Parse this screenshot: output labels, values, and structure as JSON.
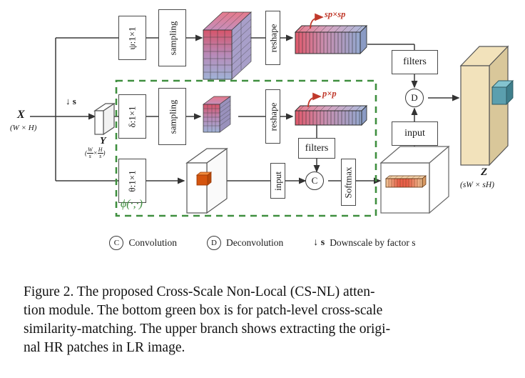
{
  "figure": {
    "caption_lines": [
      "Figure 2. The proposed Cross-Scale Non-Local (CS-NL) atten-",
      "tion module. The bottom green box is for patch-level cross-scale",
      "similarity-matching. The upper branch shows extracting the origi-",
      "nal HR patches in LR image."
    ]
  },
  "diagram": {
    "input": {
      "symbol": "X",
      "dims": "(W × H)"
    },
    "downscale_label": "↓ s",
    "intermediate": {
      "symbol": "Y",
      "dims_open": "(",
      "dims_num1": "W",
      "dims_den1": "s",
      "dims_times": "×",
      "dims_num2": "H",
      "dims_den2": "s",
      "dims_close": ")"
    },
    "output": {
      "symbol": "Z",
      "dims": "(sW × sH)"
    },
    "phi_label": "ϕ(·,·)",
    "boxes": {
      "psi_conv": "ψ:1×1",
      "delta_conv": "δ:1×1",
      "theta_conv": "θ:1×1",
      "sampling_top": "sampling",
      "sampling_mid": "sampling",
      "reshape_top": "reshape",
      "reshape_mid": "reshape",
      "filters_top": "filters",
      "filters_mid": "filters",
      "input_left": "input",
      "input_right": "input",
      "softmax": "Softmax"
    },
    "ops": {
      "convolution_symbol": "C",
      "deconvolution_symbol": "D"
    },
    "patch_labels": {
      "top_strip": "sp×sp",
      "mid_strip": "p×p"
    }
  },
  "legend": {
    "items": [
      {
        "symbol": "C",
        "kind": "circle",
        "label": "Convolution"
      },
      {
        "symbol": "D",
        "kind": "circle",
        "label": "Deconvolution"
      },
      {
        "symbol": "↓ s",
        "kind": "arrow",
        "label": "Downscale by factor s"
      }
    ]
  },
  "colors": {
    "dashed_box_green": "#3f8f3f",
    "patch_red_arrow": "#c0392b",
    "strip_start": "#e0596b",
    "strip_end": "#93a8cf",
    "output_slab": "#efdfb4",
    "output_cube": "#5b9fae",
    "query_patch": "#d4540e",
    "line_gray": "#4a4a4a"
  }
}
